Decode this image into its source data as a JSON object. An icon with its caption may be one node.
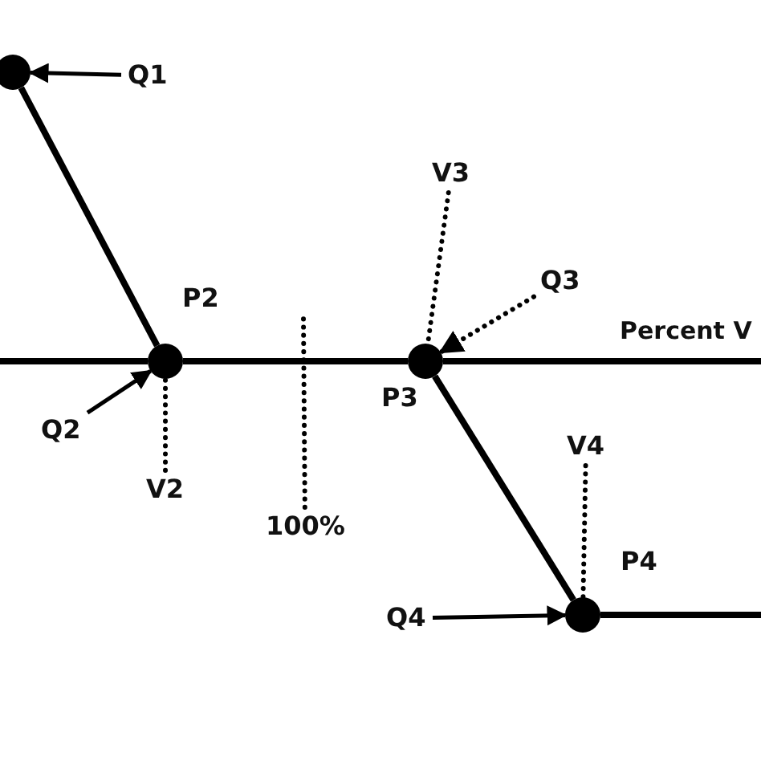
{
  "diagram": {
    "nodes": [
      {
        "text": [],
        "shape": "circle"
      },
      {
        "text": [
          "Q1"
        ]
      },
      {
        "text": [],
        "shape": "circle",
        "beside": [
          "P2"
        ]
      },
      {
        "text": [
          "Q2"
        ]
      },
      {
        "text": [
          "V2"
        ]
      },
      {
        "text": [],
        "shape": "circle",
        "beside": [
          "P3"
        ]
      },
      {
        "text": [
          "V3"
        ]
      },
      {
        "text": [
          "Q3"
        ]
      },
      {
        "text": [
          "100%"
        ]
      },
      {
        "text": [],
        "shape": "circle",
        "beside": [
          "P4"
        ]
      },
      {
        "text": [
          "V4"
        ]
      },
      {
        "text": [
          "Q4"
        ]
      }
    ],
    "edges": [
      {
        "from": 1,
        "to": 0,
        "arrow": "to"
      },
      {
        "from": 0,
        "to": 2,
        "arrow": "none"
      },
      {
        "from": null,
        "to": 2,
        "arrow": "none"
      },
      {
        "from": 2,
        "to": 5,
        "arrow": "none"
      },
      {
        "from": 5,
        "to": null,
        "arrow": "none"
      },
      {
        "from": 3,
        "to": 2,
        "arrow": "to"
      },
      {
        "from": 4,
        "to": 2,
        "arrow": "none",
        "style": "dashed"
      },
      {
        "from": 6,
        "to": 5,
        "arrow": "none",
        "style": "dashed"
      },
      {
        "from": 7,
        "to": 5,
        "arrow": "to",
        "style": "dashed"
      },
      {
        "from": 8,
        "to": null,
        "arrow": "none",
        "style": "dashed"
      },
      {
        "from": 5,
        "to": 9,
        "arrow": "none"
      },
      {
        "from": 10,
        "to": 9,
        "arrow": "none",
        "style": "dashed"
      },
      {
        "from": 11,
        "to": 9,
        "arrow": "to"
      },
      {
        "from": 9,
        "to": null,
        "arrow": "none"
      }
    ],
    "labels": [
      "Percent V"
    ]
  }
}
